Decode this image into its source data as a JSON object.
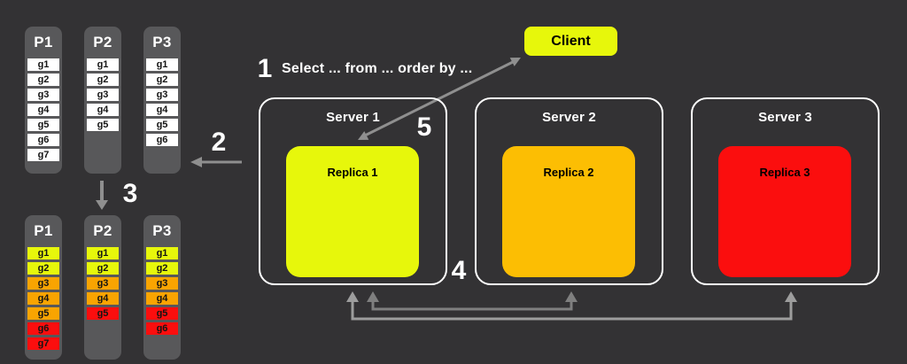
{
  "colors": {
    "background": "#333234",
    "panel": "#58585a",
    "item_white": "#ffffff",
    "yellow": "#e7f70b",
    "orange": "#f9a401",
    "amber": "#fcbe03",
    "red": "#fb0e0e",
    "client": "#e7f70b",
    "server_border": "#ffffff",
    "arrow": "#8f8f8f",
    "bracket_inner": "#7f7f7f",
    "bracket_outer": "#9d9d9d"
  },
  "labels": {
    "query": "Select ... from ... order by ..."
  },
  "steps": {
    "n1": "1",
    "n2": "2",
    "n3": "3",
    "n4": "4",
    "n5": "5"
  },
  "client": {
    "label": "Client"
  },
  "servers": [
    {
      "label": "Server 1",
      "replica": {
        "label": "Replica 1",
        "color": "#e7f70b"
      }
    },
    {
      "label": "Server 2",
      "replica": {
        "label": "Replica 2",
        "color": "#fcbe03"
      }
    },
    {
      "label": "Server 3",
      "replica": {
        "label": "Replica 3",
        "color": "#fb0e0e"
      }
    }
  ],
  "partitions_before": [
    {
      "label": "P1",
      "items": [
        "g1",
        "g2",
        "g3",
        "g4",
        "g5",
        "g6",
        "g7"
      ]
    },
    {
      "label": "P2",
      "items": [
        "g1",
        "g2",
        "g3",
        "g4",
        "g5"
      ]
    },
    {
      "label": "P3",
      "items": [
        "g1",
        "g2",
        "g3",
        "g4",
        "g5",
        "g6"
      ]
    }
  ],
  "partitions_after": [
    {
      "label": "P1",
      "items": [
        {
          "g": "g1",
          "c": "yellow"
        },
        {
          "g": "g2",
          "c": "yellow"
        },
        {
          "g": "g3",
          "c": "orange"
        },
        {
          "g": "g4",
          "c": "orange"
        },
        {
          "g": "g5",
          "c": "orange"
        },
        {
          "g": "g6",
          "c": "red"
        },
        {
          "g": "g7",
          "c": "red"
        }
      ]
    },
    {
      "label": "P2",
      "items": [
        {
          "g": "g1",
          "c": "yellow"
        },
        {
          "g": "g2",
          "c": "yellow"
        },
        {
          "g": "g3",
          "c": "orange"
        },
        {
          "g": "g4",
          "c": "orange"
        },
        {
          "g": "g5",
          "c": "red"
        }
      ]
    },
    {
      "label": "P3",
      "items": [
        {
          "g": "g1",
          "c": "yellow"
        },
        {
          "g": "g2",
          "c": "yellow"
        },
        {
          "g": "g3",
          "c": "orange"
        },
        {
          "g": "g4",
          "c": "orange"
        },
        {
          "g": "g5",
          "c": "red"
        },
        {
          "g": "g6",
          "c": "red"
        }
      ]
    }
  ],
  "icons": {
    "arrow_step2": "left-arrow-icon",
    "arrow_step3": "down-arrow-icon",
    "arrow_client_replica": "double-headed-diagonal-arrow-icon",
    "arrow_replication_s1_s2": "u-bracket-up-arrows-icon",
    "arrow_replication_s1_s3": "u-bracket-up-arrows-icon"
  }
}
